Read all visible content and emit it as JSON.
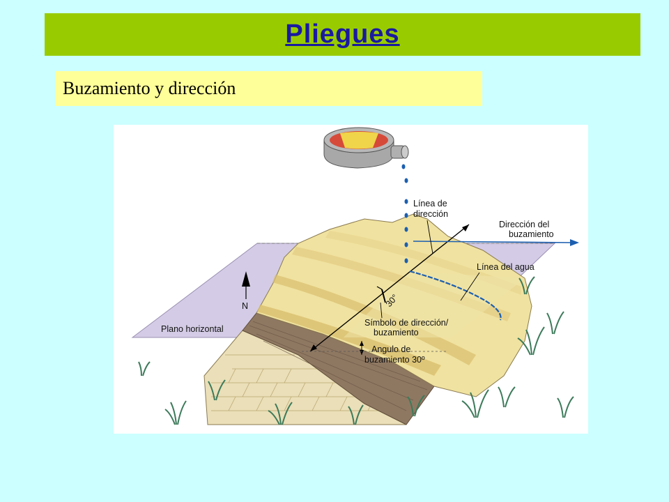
{
  "slide": {
    "title": "Pliegues",
    "subtitle": "Buzamiento y dirección"
  },
  "diagram": {
    "labels": {
      "strike_line_1": "Línea de",
      "strike_line_2": "dirección",
      "dip_direction_1": "Dirección del",
      "dip_direction_2": "buzamiento",
      "water_line": "Línea del agua",
      "angle_value": "30°",
      "symbol_1": "Símbolo de dirección/",
      "symbol_2": "buzamiento",
      "dip_angle_1": "Angulo de",
      "dip_angle_2": "buzamiento 30º",
      "horizontal_plane": "Plano horizontal",
      "north": "N"
    }
  },
  "colors": {
    "background": "#ccffff",
    "title_bar": "#99cc00",
    "title_text": "#1a1aa0",
    "subtitle_box": "#ffff99",
    "plane": "#d4cce6",
    "strata_light": "#f0e2a0",
    "strata_dark": "#d9bf6e",
    "strata_brown": "#8f7862",
    "water_line": "#1c5fb0",
    "dip_arrow": "#1c5fb0"
  }
}
